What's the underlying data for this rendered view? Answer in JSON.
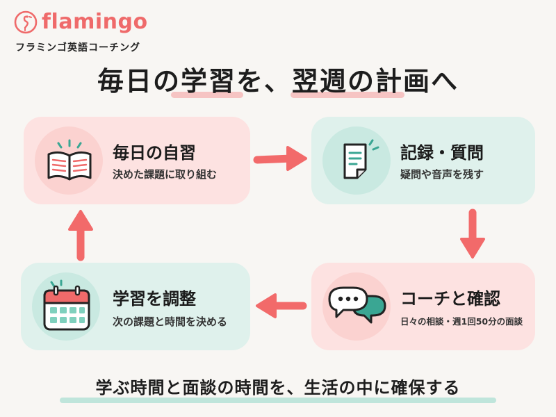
{
  "brand": {
    "name": "flamingo",
    "subtitle": "フラミンゴ英語コーチング",
    "color": "#ef6a6a"
  },
  "headline": "毎日の学習を、翌週の計画へ",
  "cycle": [
    {
      "title": "毎日の自習",
      "desc": "決めた課題に取り組む",
      "icon": "open-book-icon",
      "theme": "pink"
    },
    {
      "title": "記録・質問",
      "desc": "疑問や音声を残す",
      "icon": "document-icon",
      "theme": "mint"
    },
    {
      "title": "コーチと確認",
      "desc": "日々の相談・週1回50分の面談",
      "icon": "chat-bubbles-icon",
      "theme": "pink"
    },
    {
      "title": "学習を調整",
      "desc": "次の課題と時間を決める",
      "icon": "calendar-icon",
      "theme": "mint"
    }
  ],
  "footer": "学ぶ時間と面談の時間を、生活の中に確保する",
  "colors": {
    "pink_card": "#fde2e1",
    "mint_card": "#dff1ec",
    "arrow": "#f26a6a",
    "accent_teal": "#3aa693"
  }
}
